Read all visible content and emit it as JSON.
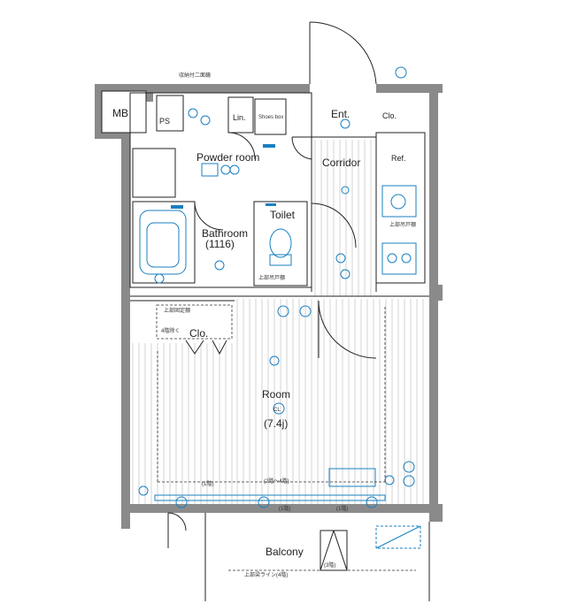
{
  "labels": {
    "mb": "MB",
    "ps": "PS",
    "lin": "Lin.",
    "shoes_box": "Shoes box",
    "ent": "Ent.",
    "clo_top": "Clo.",
    "powder_room": "Powder room",
    "corridor": "Corridor",
    "toilet": "Toilet",
    "ref": "Ref.",
    "bathroom": "Bathroom",
    "bathroom_size": "(1116)",
    "room": "Room",
    "room_size": "(7.4j)",
    "clo_room": "Clo.",
    "balcony": "Balcony",
    "cl": "CL"
  },
  "notes": {
    "top_note": "収納付二面鏡",
    "upper_cab": "上部吊戸棚",
    "upper_fixed_shelf": "上部固定棚",
    "floor4": "4階除く",
    "floor1": "(1階)",
    "floor2_4": "(2階～4階)",
    "floor3": "(3階)",
    "beam_line": "上部梁ライン(4階)"
  },
  "colors": {
    "wall": "#8a8a8a",
    "fixture_blue": "#1a7fc1"
  }
}
